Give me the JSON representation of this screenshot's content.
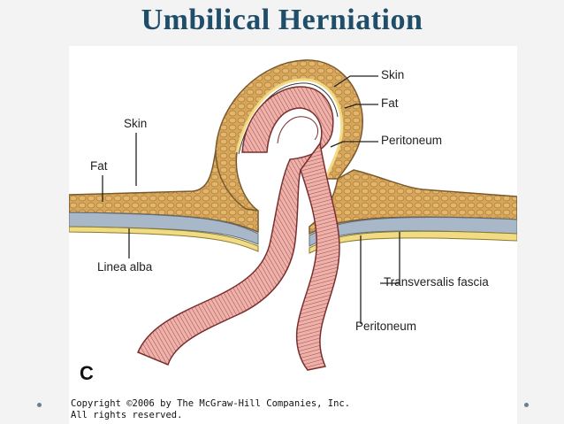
{
  "slide": {
    "title": "Umbilical Herniation"
  },
  "figure": {
    "panel_letter": "C",
    "labels": {
      "skin_right": "Skin",
      "fat_right": "Fat",
      "peritoneum_right": "Peritoneum",
      "skin_left": "Skin",
      "fat_left": "Fat",
      "linea_alba": "Linea alba",
      "transversalis_fascia": "Transversalis fascia",
      "peritoneum_bottom": "Peritoneum"
    },
    "copyright_line1": "Copyright ©2006 by The McGraw-Hill Companies, Inc.",
    "copyright_line2": "All rights reserved."
  },
  "colors": {
    "title": "#1f4e6b",
    "fat": "#d8a65a",
    "skin": "#c9a27a",
    "fascia": "#a9b8c8",
    "peritoneum": "#e8d27a",
    "intestine": "#e8a9a3",
    "intestine_stripe": "#9c4a4a"
  }
}
